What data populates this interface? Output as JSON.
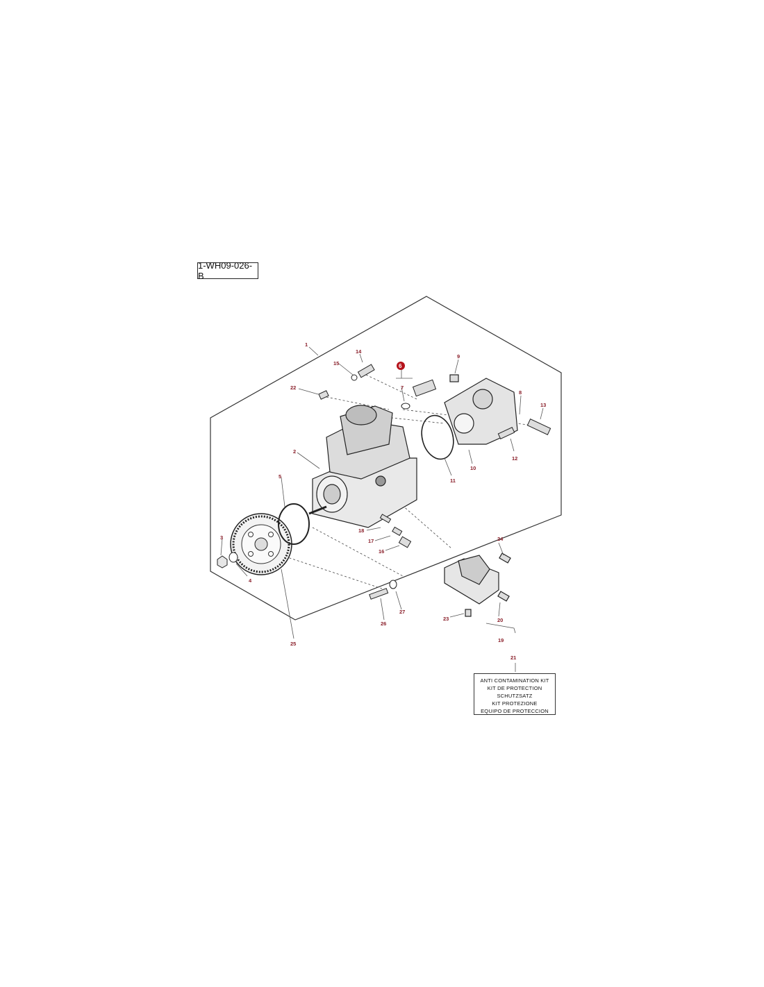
{
  "reference_code": "1-WH09-026-B",
  "callouts": {
    "c1": "1",
    "c2": "2",
    "c3": "3",
    "c4": "4",
    "c5": "5",
    "c6": "6",
    "c7": "7",
    "c8": "8",
    "c9": "9",
    "c10": "10",
    "c11": "11",
    "c12": "12",
    "c13": "13",
    "c14": "14",
    "c15": "15",
    "c16": "16",
    "c17": "17",
    "c18": "18",
    "c19": "19",
    "c20": "20",
    "c21": "21",
    "c22": "22",
    "c23": "23",
    "c24": "24",
    "c25": "25",
    "c26": "26",
    "c27": "27"
  },
  "highlight_color": "#b5121b",
  "kit_label": {
    "line1": "ANTI CONTAMINATION KIT",
    "line2": "KIT DE PROTECTION",
    "line3": "SCHUTZSATZ",
    "line4": "KIT PROTEZIONE",
    "line5": "EQUIPO DE PROTECCION"
  }
}
